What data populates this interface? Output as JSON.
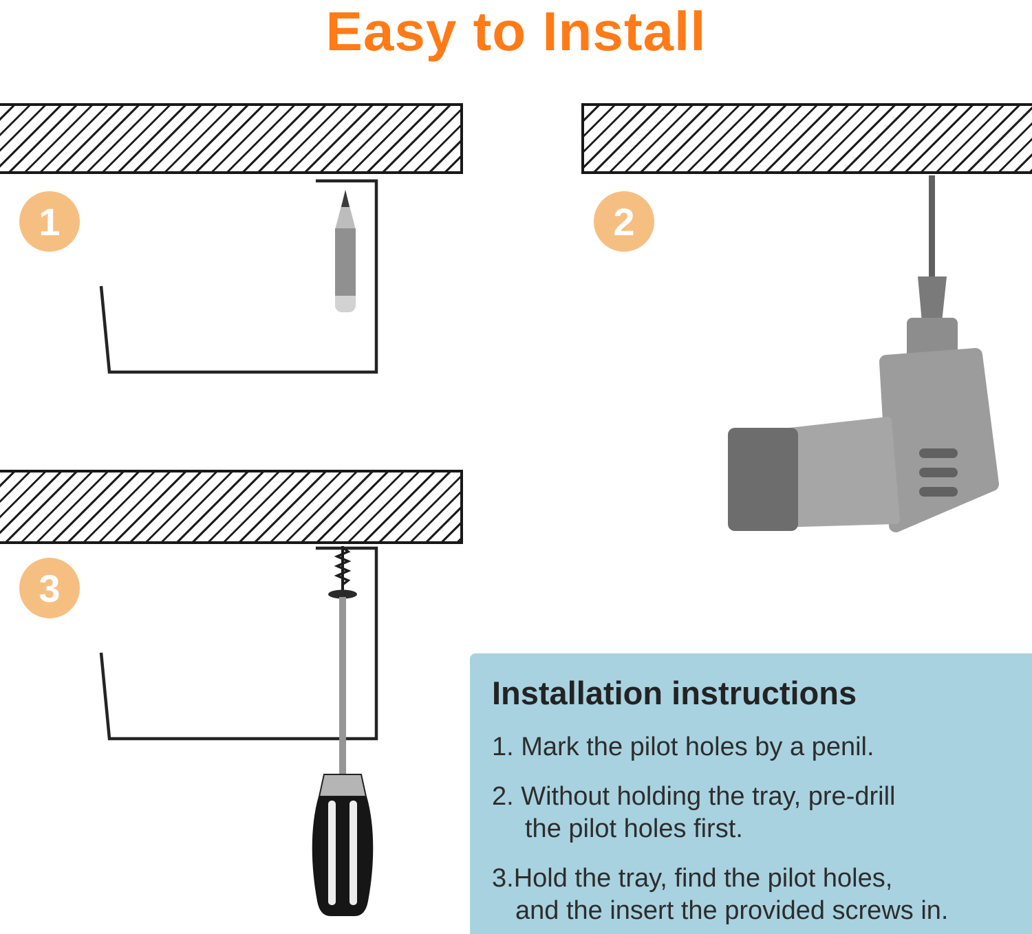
{
  "title": "Easy to Install",
  "colors": {
    "accent_orange": "#ff7b17",
    "badge_orange": "#f6bf82",
    "panel_blue": "#a8d2e0",
    "ink": "#2d2d2d"
  },
  "steps": [
    {
      "number": "1",
      "icon": "pencil-icon"
    },
    {
      "number": "2",
      "icon": "drill-icon"
    },
    {
      "number": "3",
      "icon": "screwdriver-icon"
    }
  ],
  "instructions": {
    "heading": "Installation instructions",
    "items": [
      {
        "lines": [
          "1. Mark the pilot holes by a penil."
        ]
      },
      {
        "lines": [
          "2. Without holding the tray, pre-drill",
          "the pilot holes first."
        ]
      },
      {
        "lines": [
          "3.Hold the tray, find the pilot holes,",
          "and the insert the provided screws in."
        ]
      }
    ]
  }
}
